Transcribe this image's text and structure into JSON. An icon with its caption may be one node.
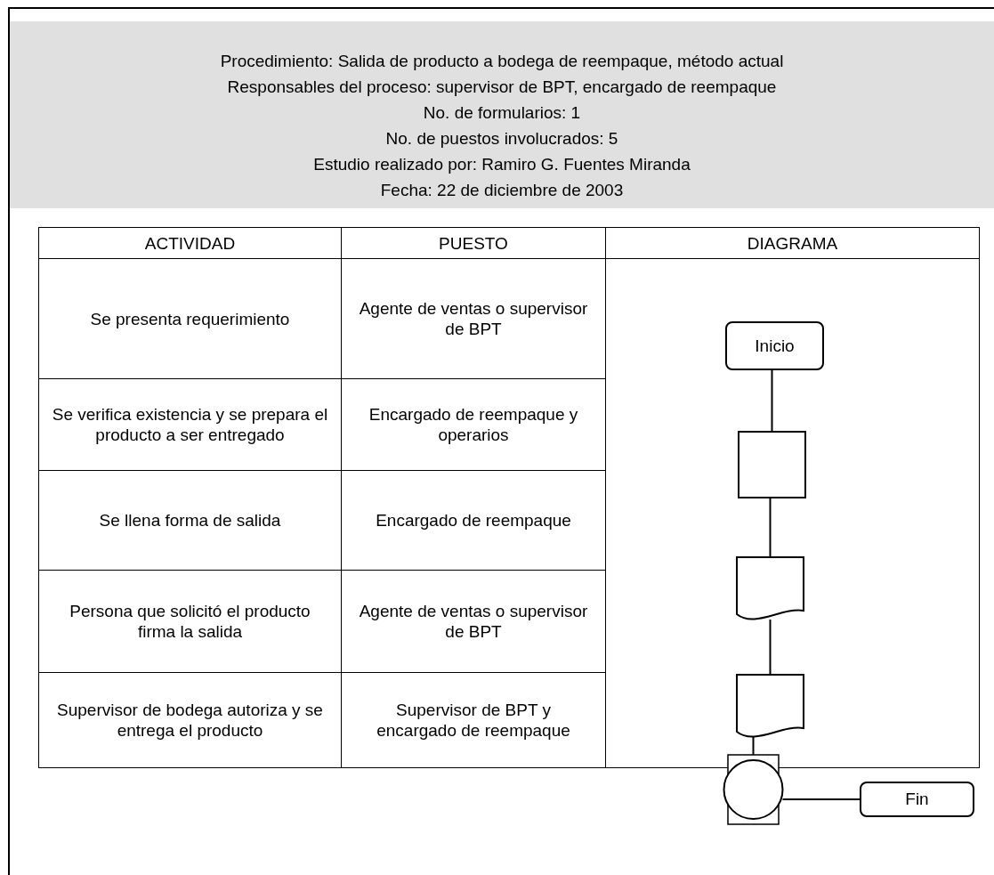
{
  "diagram": {
    "nodes": [
      {
        "text": [
          "Inicio"
        ]
      },
      {
        "text": [],
        "shape": "box"
      },
      {
        "text": [],
        "shape": "document"
      },
      {
        "text": [],
        "shape": "document"
      },
      {
        "text": [],
        "shape": "circle"
      },
      {
        "text": [
          "Fin"
        ]
      }
    ],
    "edges": [
      {
        "from": 0,
        "to": 1,
        "arrow": "none"
      },
      {
        "from": 1,
        "to": 2,
        "arrow": "none"
      },
      {
        "from": 2,
        "to": 3,
        "arrow": "none"
      },
      {
        "from": 3,
        "to": 4,
        "arrow": "none"
      },
      {
        "from": 4,
        "to": 5,
        "arrow": "none"
      }
    ],
    "labels": [
      "Procedimiento: Salida de producto a bodega de reempaque, método actual",
      "Responsables del proceso: supervisor de BPT, encargado de reempaque",
      "No. de formularios: 1",
      "No. de puestos involucrados: 5",
      "Estudio realizado por: Ramiro G. Fuentes Miranda",
      "Fecha: 22 de diciembre de 2003",
      "ACTIVIDAD",
      "PUESTO",
      "DIAGRAMA",
      "Se presenta requerimiento",
      "Agente de ventas o supervisor de BPT",
      "Se verifica existencia y se prepara el producto a ser entregado",
      "Encargado de reempaque y operarios",
      "Se llena forma de salida",
      "Encargado de reempaque",
      "Persona que solicitó el producto firma la salida",
      "Agente de ventas o supervisor de BPT",
      "Supervisor de bodega autoriza y se entrega el producto",
      "Supervisor de BPT y encargado de reempaque"
    ]
  }
}
